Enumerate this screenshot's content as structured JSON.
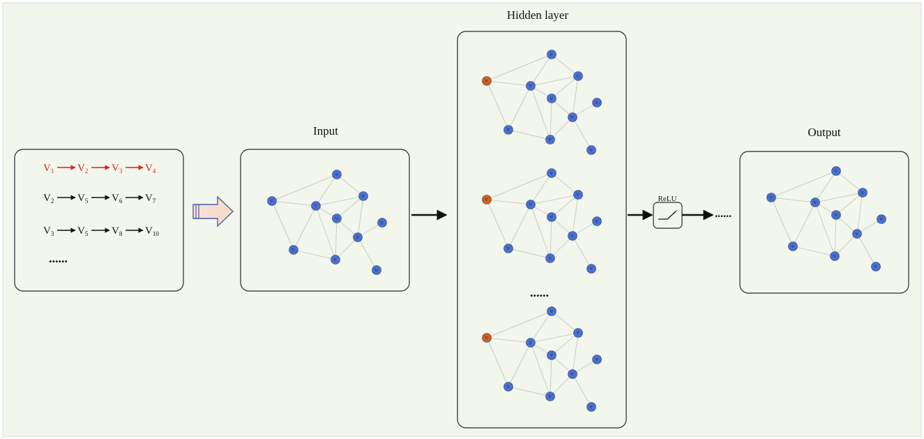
{
  "colors": {
    "background": "#f2f6ec",
    "node_blue": "#4a6fcf",
    "node_orange": "#d0601e",
    "edge": "#c9cec6",
    "highlight_path": "#e0201c",
    "text": "#111111"
  },
  "titles": {
    "input": "Input",
    "hidden": "Hidden layer",
    "output": "Output"
  },
  "relu_label": "ReLU",
  "ellipsis_text": "......",
  "walks": [
    {
      "highlight": true,
      "nodes": [
        {
          "v": "V",
          "sub": "1"
        },
        {
          "v": "V",
          "sub": "2"
        },
        {
          "v": "V",
          "sub": "3"
        },
        {
          "v": "V",
          "sub": "4"
        }
      ]
    },
    {
      "highlight": false,
      "nodes": [
        {
          "v": "V",
          "sub": "2"
        },
        {
          "v": "V",
          "sub": "5"
        },
        {
          "v": "V",
          "sub": "6"
        },
        {
          "v": "V",
          "sub": "7"
        }
      ]
    },
    {
      "highlight": false,
      "nodes": [
        {
          "v": "V",
          "sub": "3"
        },
        {
          "v": "V",
          "sub": "5"
        },
        {
          "v": "V",
          "sub": "8"
        },
        {
          "v": "V",
          "sub": "10"
        }
      ]
    }
  ],
  "graph": {
    "node_label": "V",
    "nodes": [
      "n1",
      "n2",
      "n3",
      "n4",
      "n5",
      "n6",
      "n7",
      "n8",
      "n9",
      "n10"
    ],
    "edges": [
      [
        "n1",
        "n2"
      ],
      [
        "n1",
        "n3"
      ],
      [
        "n1",
        "n4"
      ],
      [
        "n2",
        "n3"
      ],
      [
        "n2",
        "n5"
      ],
      [
        "n3",
        "n5"
      ],
      [
        "n3",
        "n6"
      ],
      [
        "n3",
        "n7"
      ],
      [
        "n3",
        "n4"
      ],
      [
        "n5",
        "n6"
      ],
      [
        "n5",
        "n8"
      ],
      [
        "n6",
        "n7"
      ],
      [
        "n6",
        "n8"
      ],
      [
        "n8",
        "n9"
      ],
      [
        "n8",
        "n10"
      ],
      [
        "n7",
        "n8"
      ],
      [
        "n4",
        "n7"
      ]
    ],
    "highlighted_node": "n1"
  }
}
